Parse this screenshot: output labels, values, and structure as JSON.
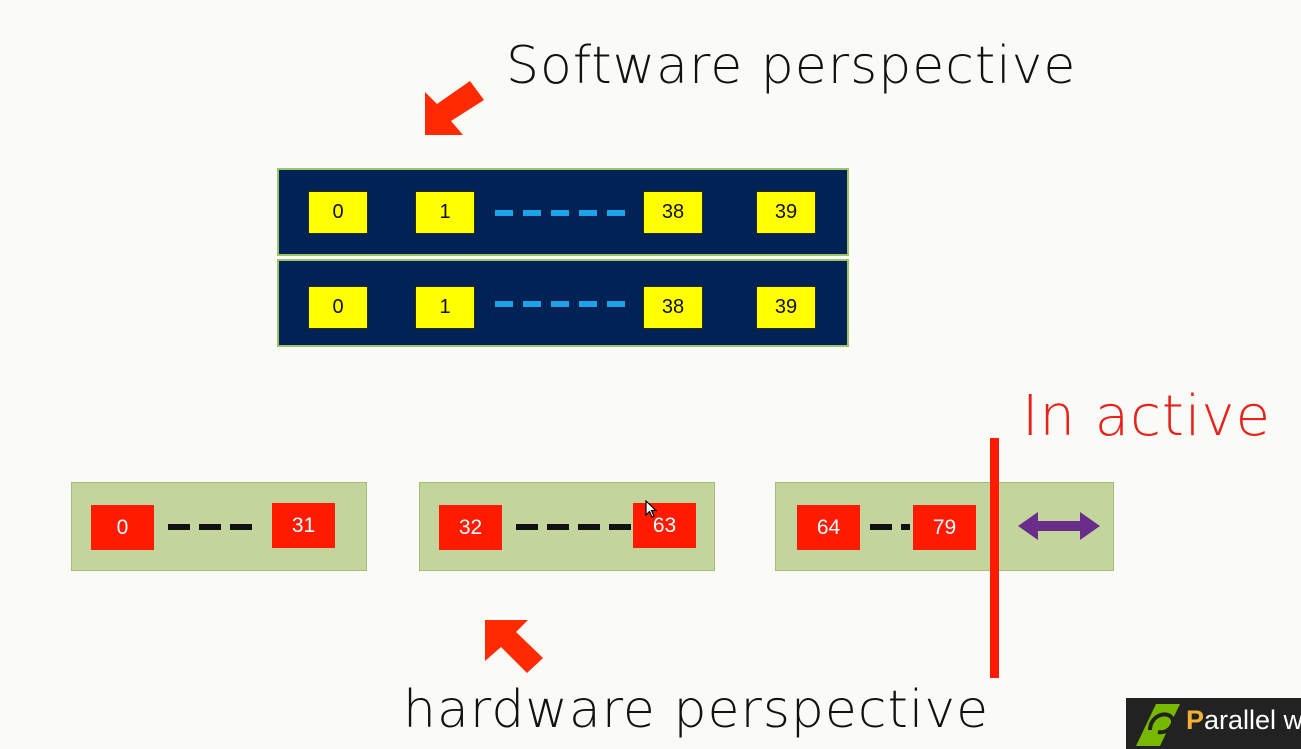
{
  "software_title": "Software perspective",
  "hardware_title": "hardware perspective",
  "inactive_label": "In active",
  "software_rows": [
    {
      "labels": [
        "0",
        "1",
        "38",
        "39"
      ]
    },
    {
      "labels": [
        "0",
        "1",
        "38",
        "39"
      ]
    }
  ],
  "warps": [
    {
      "start": "0",
      "end": "31"
    },
    {
      "start": "32",
      "end": "63"
    },
    {
      "start": "64",
      "end": "79"
    }
  ],
  "logo": {
    "text_first": "P",
    "text_rest": "arallel w"
  },
  "colors": {
    "row_bg": "#002255",
    "thread_box": "#ffff00",
    "hardware_thread": "#ff1a00",
    "warp_bg": "#c3d59d",
    "dash_software": "#1da4e8",
    "inactive_marker": "#ff1a00",
    "double_arrow": "#6b2d8a",
    "pointer_arrow": "#ff2a00"
  },
  "icons": [
    "pointer-arrow-icon",
    "double-arrow-icon",
    "cursor-icon",
    "logo-icon"
  ]
}
